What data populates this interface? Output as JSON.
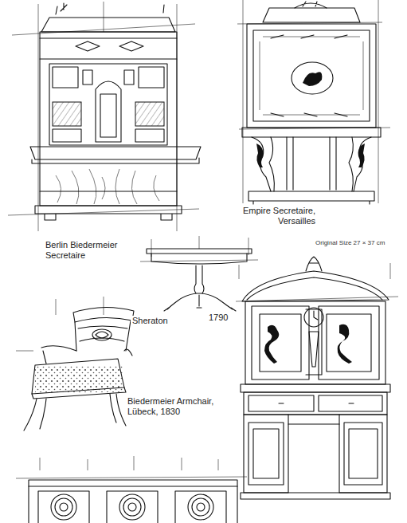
{
  "diagram": {
    "labels": [
      "Berlin Biedermeier Secretaire",
      "Empire Secretaire, Versailles",
      "Original Size 27 × 37 cm",
      "Sheraton",
      "1790",
      "Biedermeier Armchair, Lübeck, 1830"
    ]
  }
}
